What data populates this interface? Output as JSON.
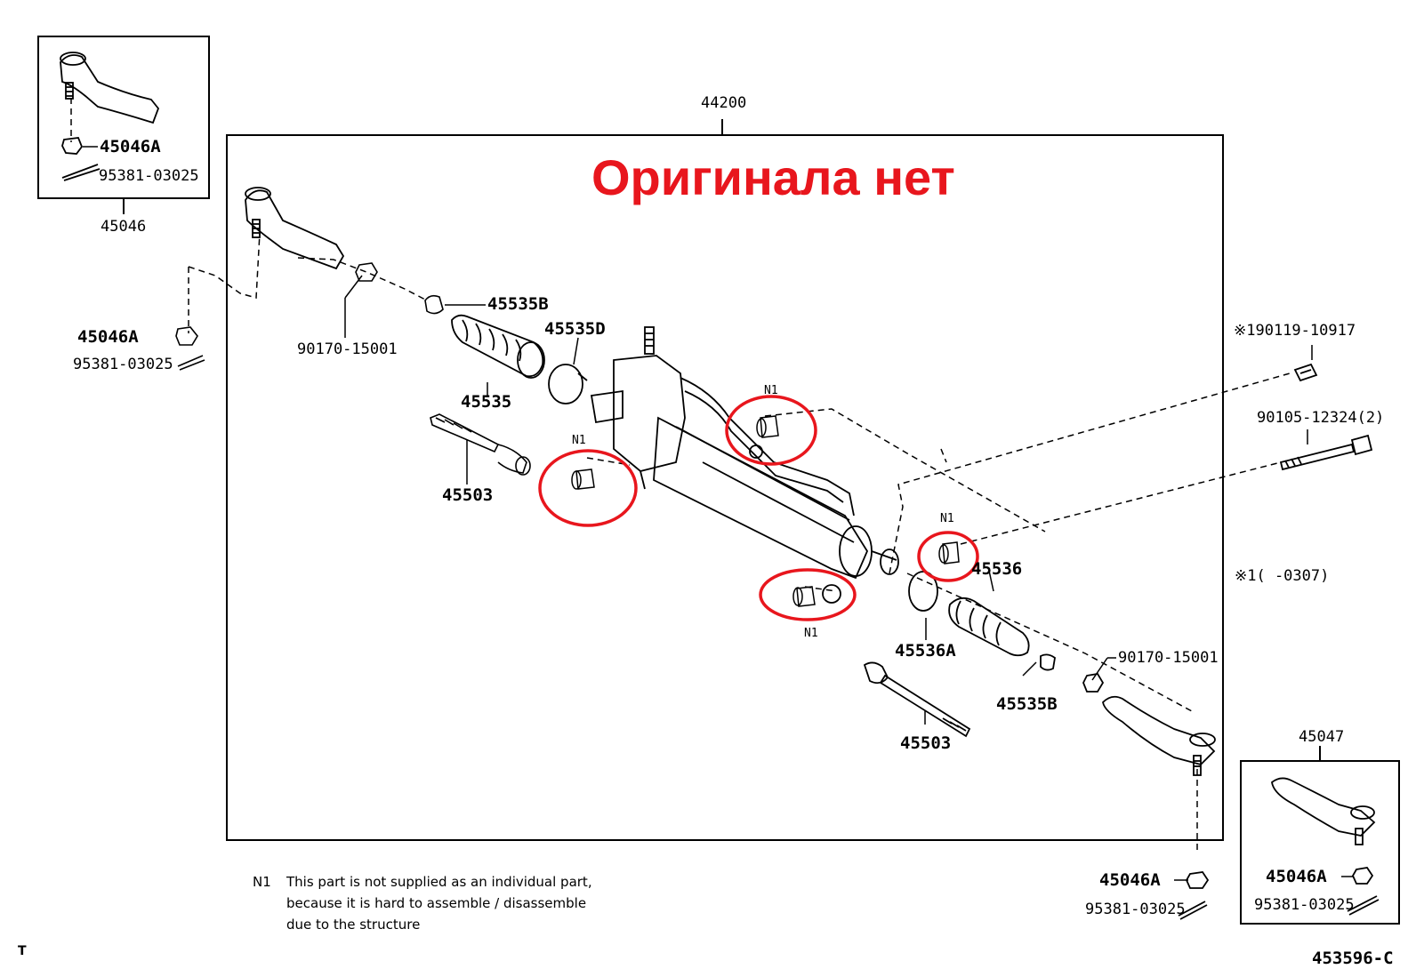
{
  "callout": {
    "text": "Оригинала нет",
    "color": "#e8161d"
  },
  "labels": {
    "assembly": "44200",
    "end_left": "45046",
    "end_right": "45047",
    "nut_inset_left": "45046A",
    "pin_inset_left": "95381-03025",
    "nut_left": "45046A",
    "pin_left": "95381-03025",
    "nut_bottom_right": "45046A",
    "pin_bottom_right": "95381-03025",
    "nut_inset_right": "45046A",
    "pin_inset_right": "95381-03025",
    "lock_nut_left": "90170-15001",
    "lock_nut_right": "90170-15001",
    "clip_left": "45535B",
    "clip_right": "45535B",
    "clamp_left": "45535D",
    "boot_left": "45535",
    "boot_right": "45536",
    "clamp_right": "45536A",
    "rod_left": "45503",
    "rod_right": "45503",
    "bolt_small": "※190119-10917",
    "bolt_long": "90105-12324(2)",
    "bolt_note": "※1(      -0307)",
    "fig_number": "453596-C",
    "corner_mark": "T"
  },
  "n1_labels": [
    "N1",
    "N1",
    "N1",
    "N1"
  ],
  "note": {
    "key": "N1",
    "lines": [
      "This part is not supplied as an individual part,",
      "because it is hard to assemble / disassemble",
      "due to the structure"
    ]
  },
  "colors": {
    "highlight": "#e8161d",
    "ink": "#000000"
  }
}
